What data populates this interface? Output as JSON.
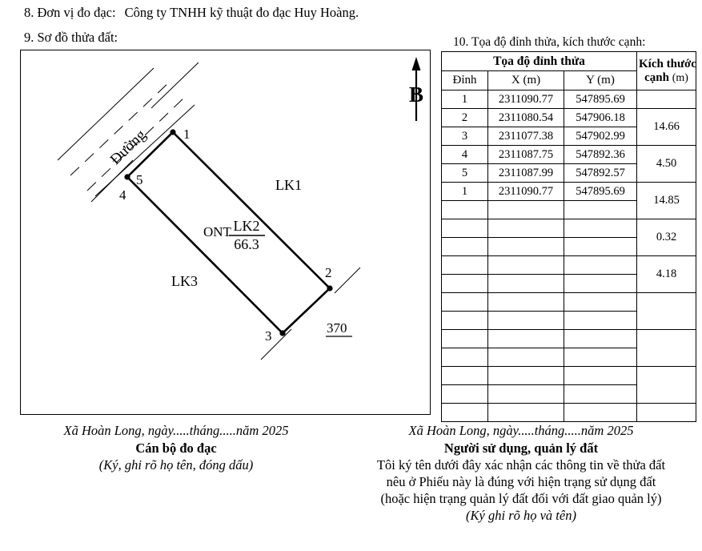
{
  "header": {
    "item8_label": "8. Đơn vị đo đạc:",
    "item8_value": "Công ty TNHH kỹ thuật đo đạc Huy Hoàng.",
    "item9_label": "9. Sơ đồ thửa đất:",
    "item10_label": "10. Tọa độ đỉnh thửa, kích thước cạnh:"
  },
  "diagram": {
    "north_letter": "B",
    "road_label": "Đường",
    "land_use_code": "ONT",
    "parcel_number": "LK2",
    "parcel_area": "66.3",
    "neighbor_lk1": "LK1",
    "neighbor_lk3": "LK3",
    "map_sheet": "370",
    "vertex_labels": [
      "1",
      "2",
      "3",
      "4",
      "5"
    ]
  },
  "table": {
    "group_header": "Tọa độ đỉnh thửa",
    "side_header_bold": "Kích thước",
    "side_header_bold2": "cạnh",
    "side_header_unit": "(m)",
    "columns": [
      "Đỉnh",
      "X (m)",
      "Y (m)"
    ],
    "rows": [
      {
        "dinh": "1",
        "x": "2311090.77",
        "y": "547895.69"
      },
      {
        "dinh": "2",
        "x": "2311080.54",
        "y": "547906.18"
      },
      {
        "dinh": "3",
        "x": "2311077.38",
        "y": "547902.99"
      },
      {
        "dinh": "4",
        "x": "2311087.75",
        "y": "547892.36"
      },
      {
        "dinh": "5",
        "x": "2311087.99",
        "y": "547892.57"
      },
      {
        "dinh": "1",
        "x": "2311090.77",
        "y": "547895.69"
      }
    ],
    "side_lengths": [
      "14.66",
      "4.50",
      "14.85",
      "0.32",
      "4.18"
    ],
    "empty_row_count": 12,
    "empty_side_count": 13
  },
  "signatures": {
    "left": {
      "date_line": "Xã Hoàn Long, ngày.....tháng.....năm 2025",
      "role": "Cán bộ đo đạc",
      "note": "(Ký, ghi rõ họ tên, đóng dấu)"
    },
    "right": {
      "date_line": "Xã Hoàn Long, ngày.....tháng.....năm 2025",
      "role": "Người sử dụng, quản lý đất",
      "body_line1": "Tôi ký tên dưới đây xác nhận các thông tin về thửa đất",
      "body_line2": "nêu ở Phiếu này là đúng với hiện trạng sử dụng đất",
      "body_line3": "(hoặc hiện trạng quản lý đất đối với đất giao quản lý)",
      "note": "(Ký ghi rõ họ và tên)"
    }
  },
  "colors": {
    "ink": "#000000",
    "paper": "#ffffff"
  }
}
